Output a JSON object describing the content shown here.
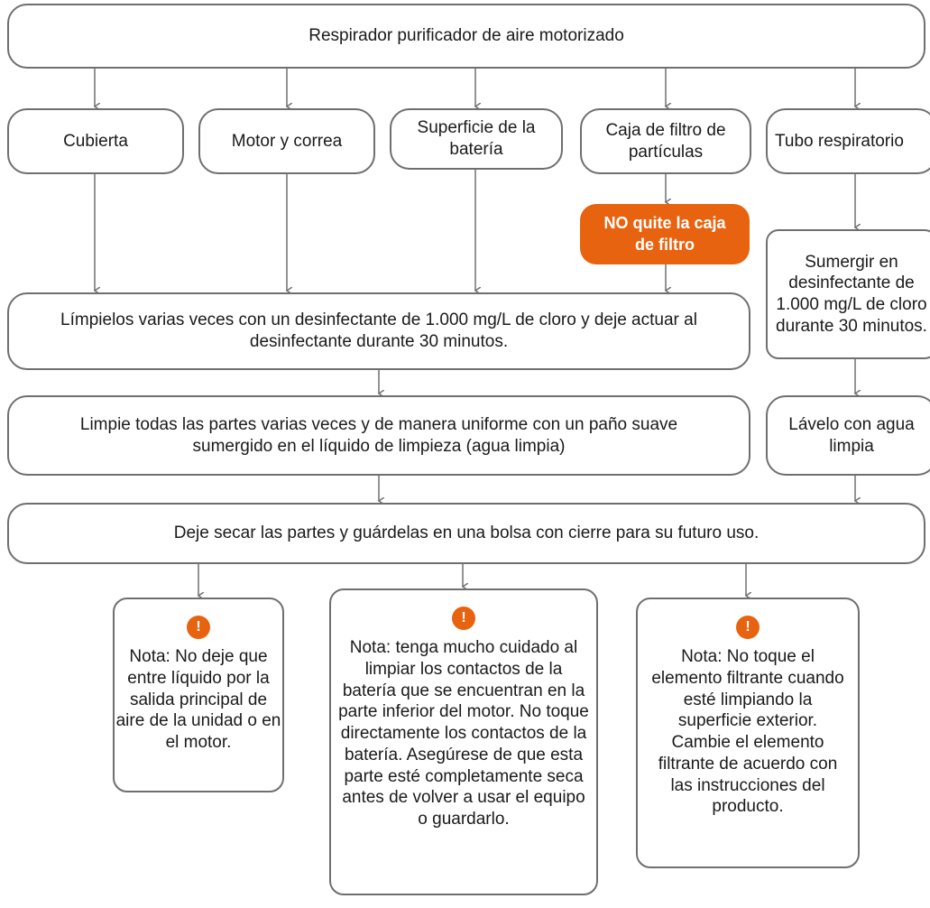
{
  "colors": {
    "accent": "#e8630f",
    "border": "#6f6f6f",
    "line": "#707070"
  },
  "title": "Respirador purificador de aire motorizado",
  "components": {
    "cover": "Cubierta",
    "motor": "Motor y correa",
    "battery_surface": "Superficie de la batería",
    "filter_box": "Caja de filtro de partículas",
    "breathing_tube": "Tubo respiratorio"
  },
  "warning": "NO quite la caja de filtro",
  "steps": {
    "disinfect": "Límpielos varias veces con un desinfectante de 1.000 mg/L de cloro y deje actuar al desinfectante durante 30 minutos.",
    "wipe": "Limpie todas las partes varias veces y de manera uniforme con un paño suave sumergido en el líquido de limpieza (agua limpia)",
    "dry_store": "Deje secar las partes y guárdelas en una bolsa con cierre para su futuro uso."
  },
  "tube_steps": {
    "soak": "Sumergir en desinfectante de 1.000 mg/L de cloro durante 30 minutos.",
    "rinse": "Lávelo con agua limpia"
  },
  "notes": {
    "icon": "exclamation-icon",
    "glyph": "!",
    "note1": "Nota: No deje que entre líquido por la salida principal de aire de la unidad o en el motor.",
    "note2": "Nota: tenga mucho cuidado al limpiar los contactos de la batería que se encuentran en la parte inferior del motor. No toque directamente los contactos de la batería. Asegúrese de que esta parte esté completamente seca antes de volver a usar el equipo o guardarlo.",
    "note3": "Nota: No toque el elemento filtrante cuando esté limpiando la superficie exterior. Cambie el elemento filtrante de acuerdo con las instrucciones del producto."
  }
}
